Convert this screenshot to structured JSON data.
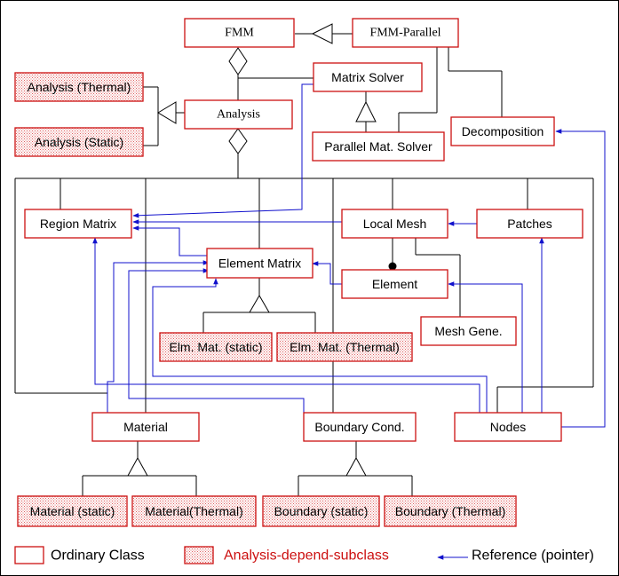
{
  "classes": {
    "fmm": "FMM",
    "fmm_parallel": "FMM-Parallel",
    "matrix_solver": "Matrix Solver",
    "analysis_thermal": "Analysis (Thermal)",
    "analysis_static": "Analysis (Static)",
    "analysis": "Analysis",
    "parallel_mat_solver": "Parallel Mat. Solver",
    "decomposition": "Decomposition",
    "region_matrix": "Region Matrix",
    "local_mesh": "Local Mesh",
    "patches": "Patches",
    "element_matrix": "Element Matrix",
    "element": "Element",
    "mesh_gene": "Mesh Gene.",
    "elm_mat_static": "Elm. Mat. (static)",
    "elm_mat_thermal": "Elm. Mat. (Thermal)",
    "material": "Material",
    "boundary_cond": "Boundary Cond.",
    "nodes": "Nodes",
    "material_static": "Material (static)",
    "material_thermal": "Material(Thermal)",
    "boundary_static": "Boundary (static)",
    "boundary_thermal": "Boundary (Thermal)"
  },
  "legend": {
    "ordinary": "Ordinary Class",
    "dependent": "Analysis-depend-subclass",
    "reference": "Reference (pointer)"
  },
  "colors": {
    "box_border": "#cc1111",
    "reference_line": "#1111cc",
    "dependent_legend_text": "#cc1111"
  }
}
